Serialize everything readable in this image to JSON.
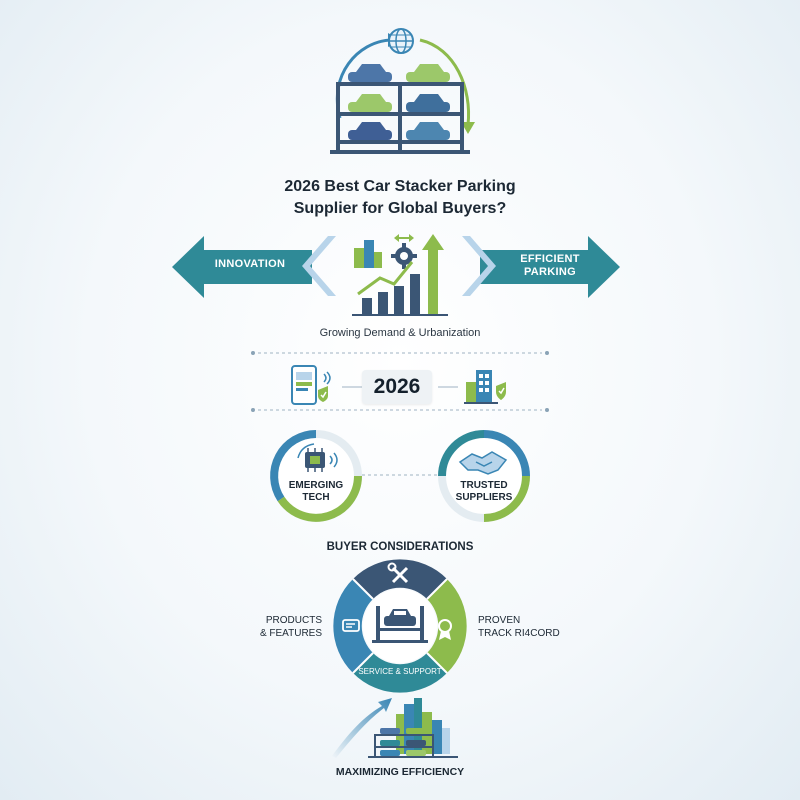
{
  "title": {
    "line1": "2026 Best Car Stacker Parking",
    "line2": "Supplier for Global Buyers?"
  },
  "arrows": {
    "left_label": "INNOVATION",
    "right_label_line1": "EFFICIENT",
    "right_label_line2": "PARKING"
  },
  "growth_caption": "Growing Demand & Urbanization",
  "year": "2026",
  "circles": {
    "left": {
      "line1": "EMERGING",
      "line2": "TECH"
    },
    "right": {
      "line1": "TRUSTED",
      "line2": "SUPPLIERS"
    }
  },
  "buyer_considerations": {
    "heading": "BUYER CONSIDERATIONS",
    "left_label_line1": "PRODUCTS",
    "left_label_line2": "& FEATURES",
    "right_label_line1": "PROVEN",
    "right_label_line2": "TRACK RI4CORD",
    "bottom_segment": "SERVICE & SUPPORT"
  },
  "footer": "MAXIMIZING EFFICIENCY",
  "colors": {
    "teal": "#2f8a97",
    "navy": "#3b5675",
    "blue": "#3a86b4",
    "green": "#8dbb4c",
    "light_blue": "#b8d4ea"
  }
}
